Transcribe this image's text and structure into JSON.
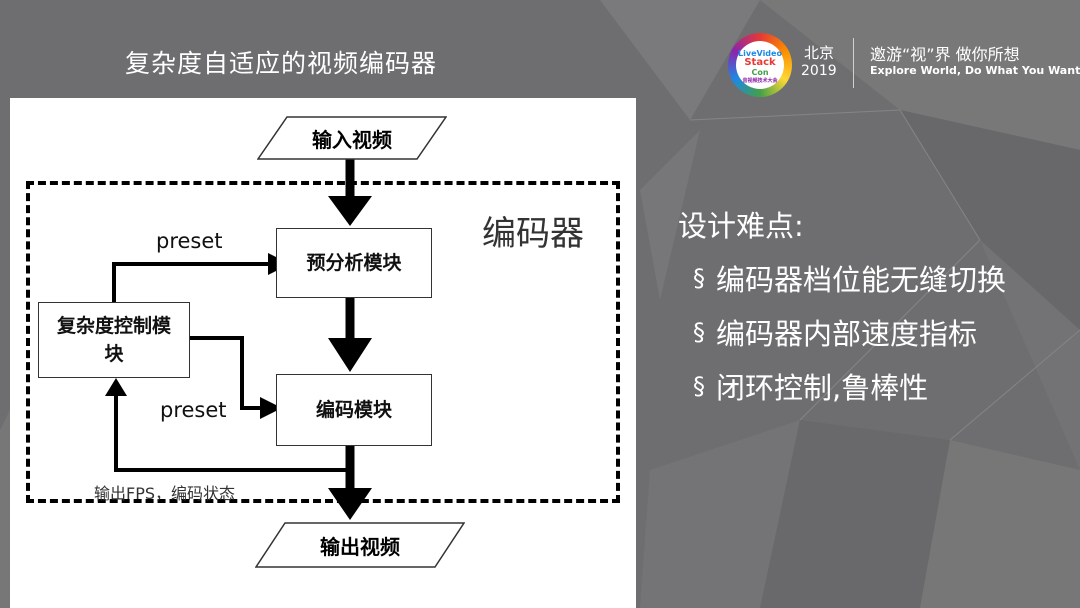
{
  "slide": {
    "title": "复杂度自适应的视频编码器"
  },
  "brand": {
    "logo_lines": [
      "LiveVideo",
      "Stack",
      "Con",
      "音视频技术大会"
    ],
    "city": "北京",
    "year": "2019",
    "slogan_cn": "邀游“视”界 做你所想",
    "slogan_en": "Explore World, Do What You Want"
  },
  "diagram": {
    "input": "输入视频",
    "output": "输出视频",
    "frame_label": "编码器",
    "nodes": {
      "pre_analysis": "预分析模块",
      "encoding": "编码模块",
      "complexity_control": "复杂度控制模块"
    },
    "edge_labels": {
      "preset_top": "preset",
      "preset_bottom": "preset",
      "feedback": "输出FPS，编码状态"
    }
  },
  "points": {
    "heading": "设计难点:",
    "bullet_icon": "section-sign-icon",
    "items": [
      "编码器档位能无缝切换",
      "编码器内部速度指标",
      "闭环控制,鲁棒性"
    ]
  },
  "colors": {
    "background": "#6e6e70",
    "panel": "#ffffff",
    "text": "#ffffff",
    "lines": "#000000"
  }
}
